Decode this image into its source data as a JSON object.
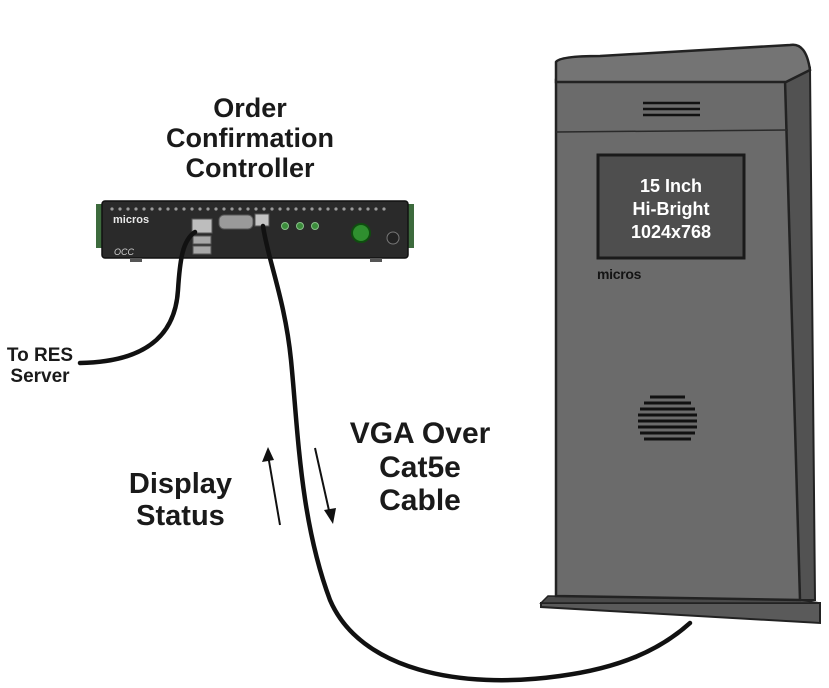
{
  "controller": {
    "title_lines": [
      "Order",
      "Confirmation",
      "Controller"
    ],
    "brand": "micros",
    "model": "OCC"
  },
  "labels": {
    "res_server": [
      "To RES",
      "Server"
    ],
    "display_status": [
      "Display",
      "Status"
    ],
    "vga_cable": [
      "VGA Over",
      "Cat5e",
      "Cable"
    ]
  },
  "kiosk": {
    "screen_lines": [
      "15 Inch",
      "Hi-Bright",
      "1024x768"
    ],
    "brand": "micros"
  },
  "colors": {
    "kiosk_body": "#6b6b6b",
    "kiosk_screen": "#4e4e4e",
    "controller_body": "#2a2a2a",
    "cable": "#111111"
  }
}
